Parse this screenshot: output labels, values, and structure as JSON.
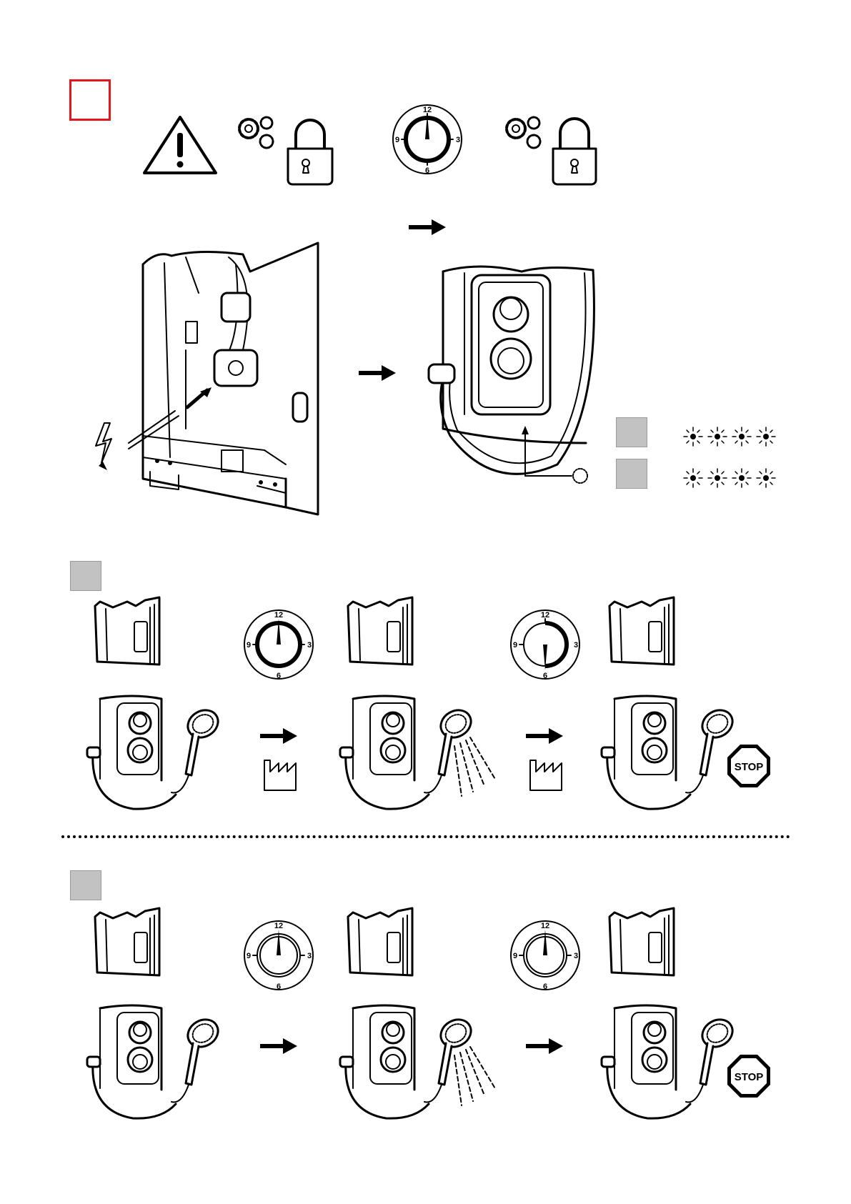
{
  "page": {
    "marker_color": "#e2161d",
    "step_box_color": "#c2c2c2"
  },
  "icons": {
    "warning": "warning-triangle-icon",
    "unlock": "gears-unlocked-padlock-icon",
    "lock": "gears-locked-padlock-icon",
    "power": "lightning-bolt-icon",
    "factory": "factory-icon",
    "stop": "stop-sign-icon"
  },
  "clock": {
    "label_12": "12",
    "label_3": "3",
    "label_6": "6",
    "label_9": "9"
  },
  "stop_sign": {
    "label": "STOP"
  }
}
